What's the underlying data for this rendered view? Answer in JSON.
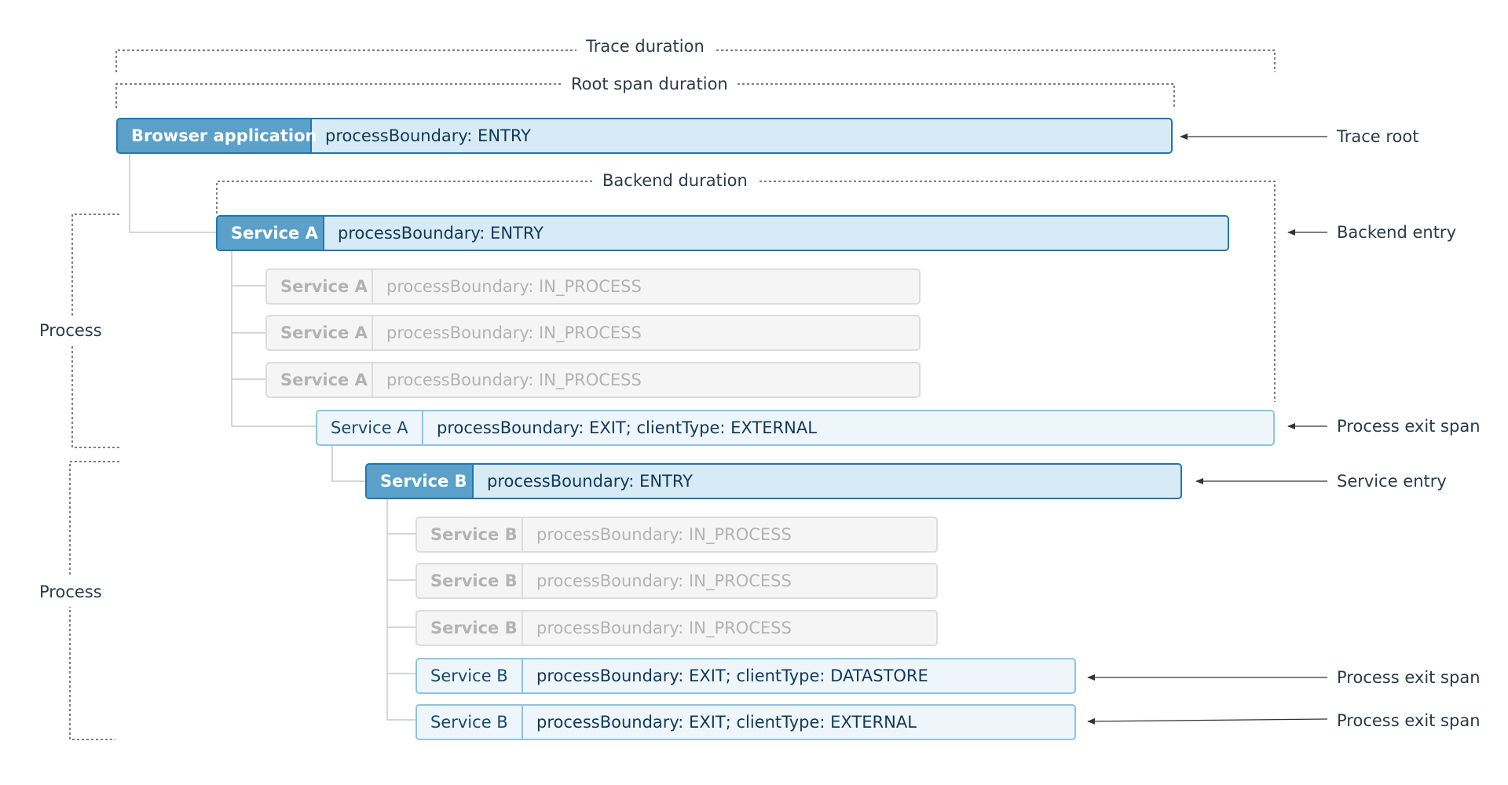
{
  "brackets": {
    "trace_duration": "Trace duration",
    "root_span_duration": "Root span duration",
    "backend_duration": "Backend duration",
    "process_1": "Process",
    "process_2": "Process"
  },
  "spans": [
    {
      "service": "Browser application",
      "attribute": "processBoundary: ENTRY",
      "kind": "entry"
    },
    {
      "service": "Service A",
      "attribute": "processBoundary: ENTRY",
      "kind": "entry"
    },
    {
      "service": "Service A",
      "attribute": "processBoundary: IN_PROCESS",
      "kind": "in_process"
    },
    {
      "service": "Service A",
      "attribute": "processBoundary: IN_PROCESS",
      "kind": "in_process"
    },
    {
      "service": "Service A",
      "attribute": "processBoundary: IN_PROCESS",
      "kind": "in_process"
    },
    {
      "service": "Service A",
      "attribute": "processBoundary: EXIT; clientType: EXTERNAL",
      "kind": "exit"
    },
    {
      "service": "Service B",
      "attribute": "processBoundary: ENTRY",
      "kind": "entry"
    },
    {
      "service": "Service B",
      "attribute": "processBoundary: IN_PROCESS",
      "kind": "in_process"
    },
    {
      "service": "Service B",
      "attribute": "processBoundary: IN_PROCESS",
      "kind": "in_process"
    },
    {
      "service": "Service B",
      "attribute": "processBoundary: IN_PROCESS",
      "kind": "in_process"
    },
    {
      "service": "Service B",
      "attribute": "processBoundary: EXIT; clientType: DATASTORE",
      "kind": "exit"
    },
    {
      "service": "Service B",
      "attribute": "processBoundary: EXIT; clientType: EXTERNAL",
      "kind": "exit"
    }
  ],
  "annotations": [
    "Trace root",
    "Backend entry",
    "Process exit span",
    "Service entry",
    "Process exit span",
    "Process exit span"
  ],
  "colors": {
    "entry_border": "#1f77b4",
    "entry_fill": "#d7ebf6",
    "entry_label_fill": "#5aa0c8",
    "exit_border": "#8ec3e6",
    "in_process_border": "#dcdcdc",
    "connector": "#c8c8c8",
    "bracket": "#555555"
  }
}
